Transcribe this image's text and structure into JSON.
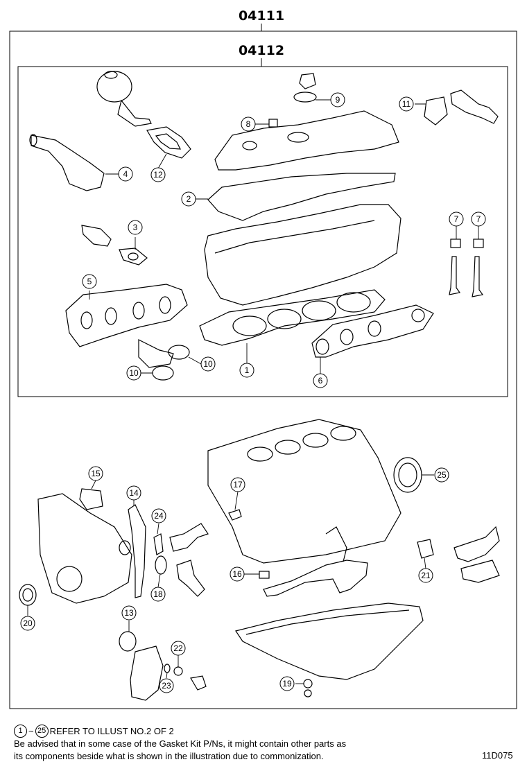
{
  "kit_outer": "04111",
  "kit_inner": "04112",
  "callouts": [
    "1",
    "2",
    "3",
    "4",
    "5",
    "6",
    "7",
    "7",
    "8",
    "9",
    "10",
    "10",
    "11",
    "12",
    "13",
    "14",
    "15",
    "16",
    "17",
    "18",
    "19",
    "20",
    "21",
    "22",
    "23",
    "24",
    "25"
  ],
  "footer": {
    "range_start": "1",
    "range_sep": "~",
    "range_end": "25",
    "refer_text": "REFER TO ILLUST NO.2 OF 2",
    "note_line1": "Be advised that in some case of the Gasket Kit P/Ns,  it might contain other parts as",
    "note_line2": "its components beside what is shown in the illustration due to commonization."
  },
  "illustration_code": "11D075"
}
